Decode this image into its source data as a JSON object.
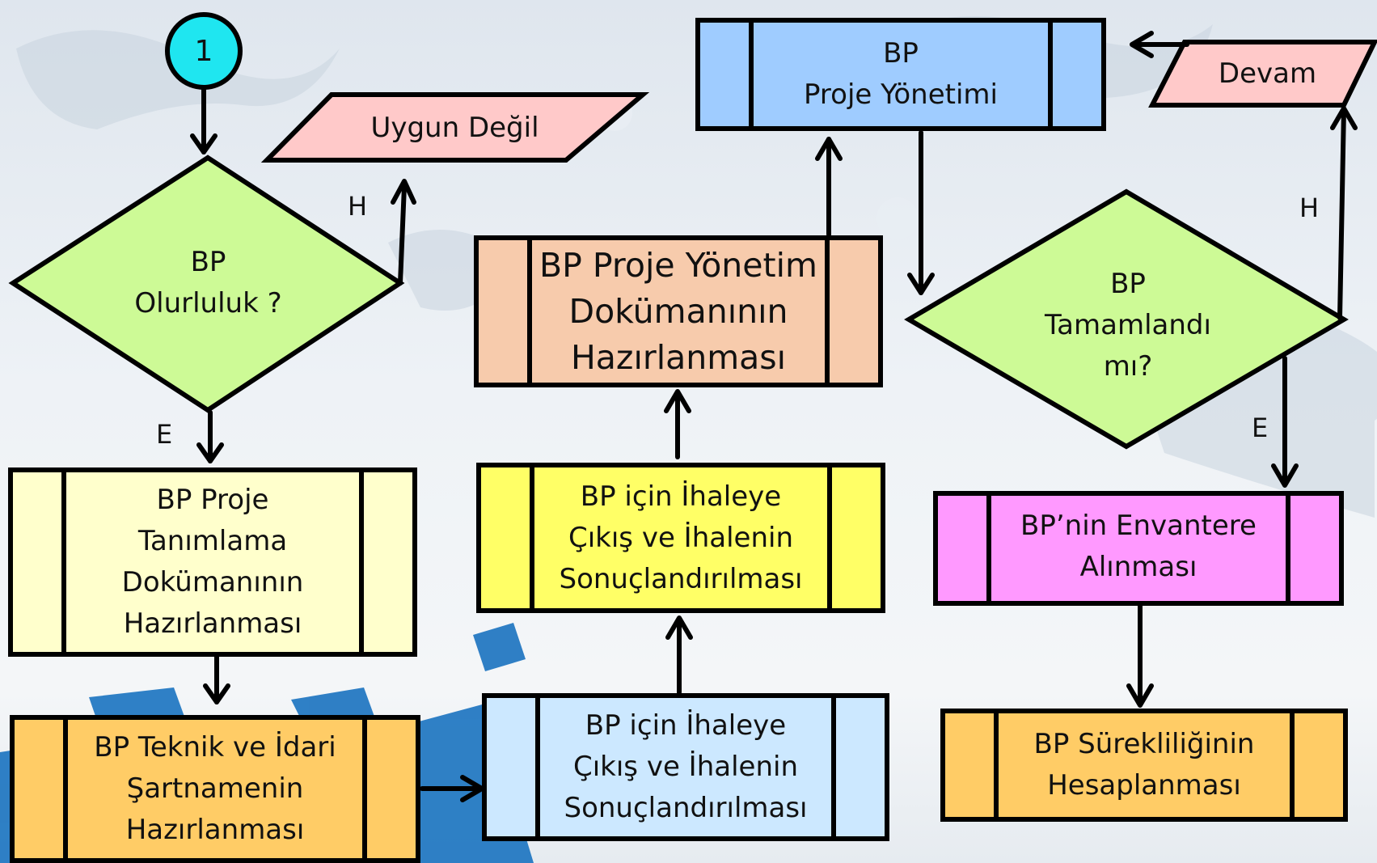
{
  "start_connector": {
    "label": "1",
    "color": "#1fe6f0"
  },
  "decisions": {
    "feasibility": {
      "lines": [
        "BP",
        "Olurluluk ?"
      ],
      "color": "#cdfa96"
    },
    "completed": {
      "lines": [
        "BP",
        "Tamamlandı",
        "mı?"
      ],
      "color": "#cdfa96"
    }
  },
  "outputs": {
    "not_suitable": {
      "text": "Uygun Değil",
      "color": "#ffc9c9"
    },
    "continue": {
      "text": "Devam",
      "color": "#ffc9c9"
    }
  },
  "branch_labels": {
    "no_1": "H",
    "yes_1": "E",
    "no_2": "H",
    "yes_2": "E"
  },
  "processes": {
    "project_definition": {
      "lines": [
        "BP Proje",
        "Tanımlama",
        "Dokümanının",
        "Hazırlanması"
      ],
      "color": "#ffffcc"
    },
    "specifications": {
      "lines": [
        "BP Teknik ve İdari",
        "Şartnamenin",
        "Hazırlanması"
      ],
      "color": "#ffcc66"
    },
    "tender_light": {
      "lines": [
        "BP için İhaleye",
        "Çıkış ve İhalenin",
        "Sonuçlandırılması"
      ],
      "color": "#cce8ff"
    },
    "tender_yellow": {
      "lines": [
        "BP için İhaleye",
        "Çıkış ve İhalenin",
        "Sonuçlandırılması"
      ],
      "color": "#ffff66"
    },
    "management_document": {
      "lines": [
        "BP Proje Yönetim",
        "Dokümanının",
        "Hazırlanması"
      ],
      "color": "#f7cbac"
    },
    "project_management": {
      "lines": [
        "BP",
        "Proje Yönetimi"
      ],
      "color": "#9fccff"
    },
    "inventory": {
      "lines": [
        "BP’nin Envantere",
        "Alınması"
      ],
      "color": "#ff99ff"
    },
    "sustainability": {
      "lines": [
        "BP Sürekliliğinin",
        "Hesaplanması"
      ],
      "color": "#ffcc66"
    }
  }
}
